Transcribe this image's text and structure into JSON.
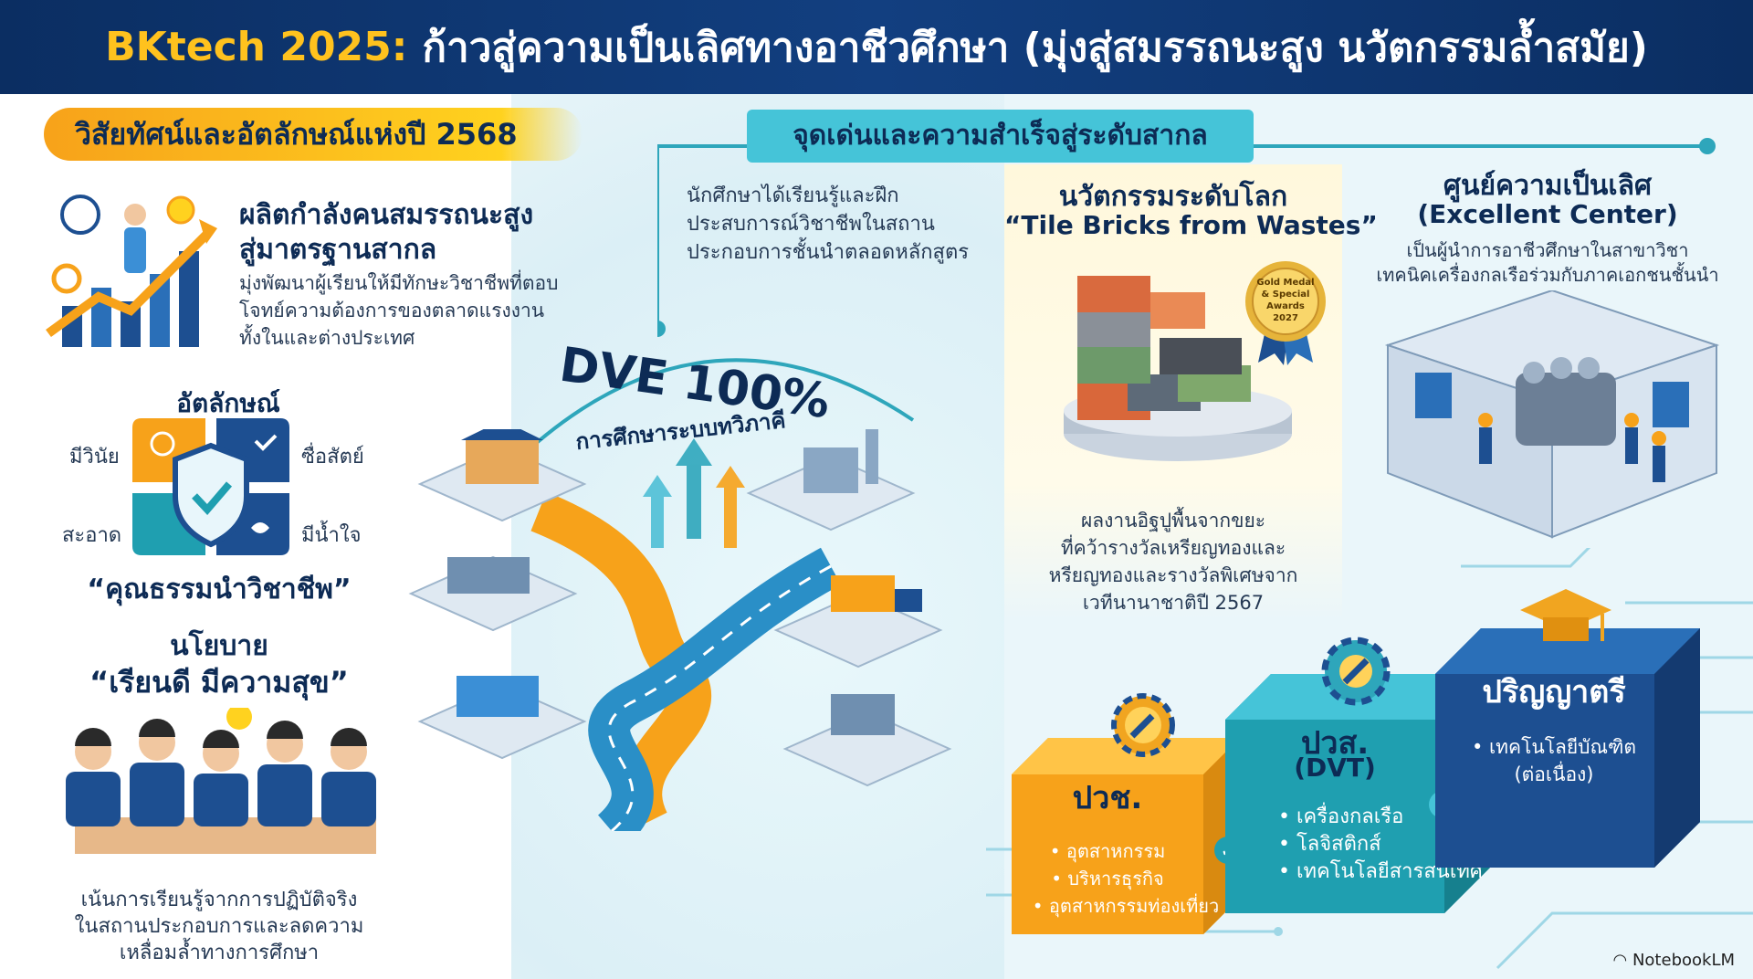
{
  "header": {
    "title_brand": "BKtech 2025:",
    "title_main": "ก้าวสู่ความเป็นเลิศทางอาชีวศึกษา (มุ่งสู่สมรรถนะสูง นวัตกรรมล้ำสมัย)"
  },
  "vision": {
    "banner": "วิสัยทัศน์และอัตลักษณ์แห่งปี 2568",
    "headline_1": "ผลิตกำลังคนสมรรถนะสูง",
    "headline_2": "สู่มาตรฐานสากล",
    "desc_1": "มุ่งพัฒนาผู้เรียนให้มีทักษะวิชาชีพที่ตอบ",
    "desc_2": "โจทย์ความต้องการของตลาดแรงงาน",
    "desc_3": "ทั้งในและต่างประเทศ"
  },
  "identity": {
    "title": "อัตลักษณ์",
    "traits": [
      "มีวินัย",
      "ซื่อสัตย์",
      "สะอาด",
      "มีน้ำใจ"
    ],
    "motto": "“คุณธรรมนำวิชาชีพ”"
  },
  "policy": {
    "title": "นโยบาย",
    "slogan": "“เรียนดี มีความสุข”",
    "desc_1": "เน้นการเรียนรู้จากการปฏิบัติจริง",
    "desc_2": "ในสถานประกอบการและลดความ",
    "desc_3": "เหลื่อมล้ำทางการศึกษา"
  },
  "highlights": {
    "banner": "จุดเด่นและความสำเร็จสู่ระดับสากล",
    "dve_desc_1": "นักศึกษาได้เรียนรู้และฝึก",
    "dve_desc_2": "ประสบการณ์วิชาชีพในสถาน",
    "dve_desc_3": "ประกอบการชั้นนำตลอดหลักสูตร",
    "dve_title": "DVE 100%",
    "dve_subtitle": "การศึกษาระบบทวิภาคี"
  },
  "innovation": {
    "title_1": "นวัตกรรมระดับโลก",
    "title_2": "“Tile Bricks from Wastes”",
    "medal_1": "Gold Medal",
    "medal_2": "& Special",
    "medal_3": "Awards",
    "medal_4": "2027",
    "desc_1": "ผลงานอิฐปูพื้นจากขยะ",
    "desc_2": "ที่คว้ารางวัลเหรียญทองและ",
    "desc_3": "หรียญทองและรางวัลพิเศษจาก",
    "desc_4": "เวทีนานาชาติปี 2567"
  },
  "excellence": {
    "title_1": "ศูนย์ความเป็นเลิศ",
    "title_2": "(Excellent Center)",
    "desc_1": "เป็นผู้นำการอาชีวศึกษาในสาขาวิชา",
    "desc_2": "เทคนิคเครื่องกลเรือร่วมกับภาคเอกชนชั้นนำ"
  },
  "levels": {
    "pvc": {
      "name": "ปวช.",
      "items": [
        "• อุตสาหกรรม",
        "• บริหารธุรกิจ",
        "• อุตสาหกรรมท่องเที่ยว"
      ]
    },
    "pvs": {
      "name": "ปวส.",
      "sub": "(DVT)",
      "items": [
        "• เครื่องกลเรือ",
        "• โลจิสติกส์",
        "• เทคโนโลยีสารสนเทศ"
      ]
    },
    "bachelor": {
      "name": "ปริญญาตรี",
      "items": [
        "• เทคโนโลยีบัณฑิต",
        "(ต่อเนื่อง)"
      ]
    }
  },
  "footer": {
    "brand": "NotebookLM"
  },
  "colors": {
    "navy": "#0b2e62",
    "gold": "#ffc21e",
    "orange": "#f7a21a",
    "teal": "#1f9fb0",
    "blue": "#1d4f91"
  }
}
